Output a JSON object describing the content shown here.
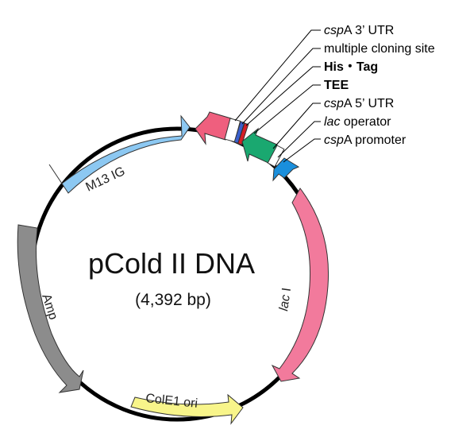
{
  "plasmid": {
    "name": "pCold II DNA",
    "size": "(4,392 bp)"
  },
  "features": [
    {
      "id": "m13ig",
      "label": "M13 IG",
      "color": "#8cc8f2"
    },
    {
      "id": "amp",
      "label": "Amp",
      "color": "#8c8c8c"
    },
    {
      "id": "cole1",
      "label": "ColE1 ori",
      "color": "#f8f58a"
    },
    {
      "id": "laci",
      "label_italic": "lac",
      "label_rest": " I",
      "color": "#f27a9c"
    },
    {
      "id": "cspA_orf",
      "label": "",
      "color": "#ef5f7e"
    },
    {
      "id": "tee_box",
      "label": "",
      "color": "#1aa870"
    },
    {
      "id": "promoter",
      "label": "",
      "color": "#1a8fdc"
    }
  ],
  "callouts": [
    {
      "italic": "csp",
      "rest": "A 3’ UTR",
      "bold": false
    },
    {
      "italic": "",
      "rest": "multiple cloning site",
      "bold": false
    },
    {
      "italic": "",
      "rest": "His・Tag",
      "bold": true
    },
    {
      "italic": "",
      "rest": "TEE",
      "bold": true
    },
    {
      "italic": "csp",
      "rest": "A 5’ UTR",
      "bold": false
    },
    {
      "italic": "lac",
      "rest": " operator",
      "bold": false
    },
    {
      "italic": "csp",
      "rest": "A promoter",
      "bold": false
    }
  ],
  "colors": {
    "backbone": "#000000",
    "mcs_blue": "#3a5fcc",
    "his_red": "#d61f26"
  }
}
